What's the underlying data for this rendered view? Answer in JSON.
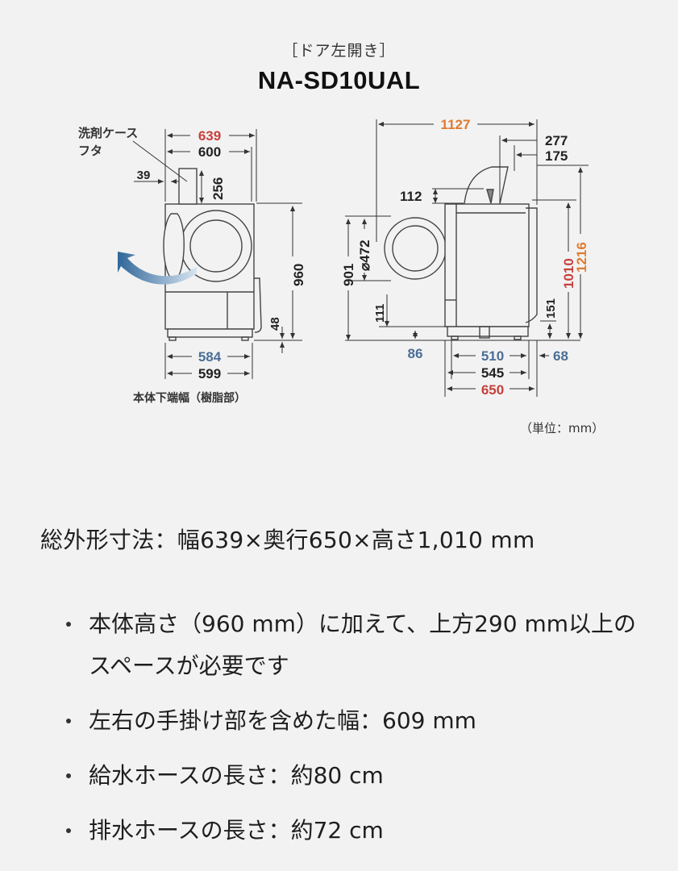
{
  "figure": {
    "subtitle": "［ドア左開き］",
    "model": "NA-SD10UAL",
    "unit_note": "（単位：mm）",
    "front_view": {
      "labels": {
        "detergent_lid_line1": "洗剤ケース",
        "detergent_lid_line2": "フタ",
        "base_width_caption": "本体下端幅（樹脂部）"
      },
      "dimensions": {
        "total_width": "639",
        "body_width": "600",
        "lid_offset": "39",
        "lid_height": "256",
        "body_height": "960",
        "base_height": "48",
        "base_width_resin": "584",
        "base_width": "599"
      }
    },
    "side_view": {
      "dimensions": {
        "door_open_depth": "1127",
        "lid_open_277": "277",
        "lid_open_175": "175",
        "lid_height_112": "112",
        "door_center_height": "901",
        "door_diameter": "⌀472",
        "door_bottom_111": "111",
        "foot_86": "86",
        "feet_depth": "510",
        "body_depth_545": "545",
        "total_depth": "650",
        "rear_68": "68",
        "rear_151": "151",
        "total_height": "1010",
        "lid_open_height": "1216"
      }
    },
    "colors": {
      "red": "#c8403c",
      "orange": "#e07a2e",
      "blue": "#4a6e96",
      "line": "#333333",
      "arrow_blue": "#3e77a8"
    }
  },
  "summary": "総外形寸法：幅639×奥行650×高さ1,010 mm",
  "notes": [
    "本体高さ（960 mm）に加えて、上方290 mm以上のスペースが必要です",
    "左右の手掛け部を含めた幅：609 mm",
    "給水ホースの長さ：約80 cm",
    "排水ホースの長さ：約72 cm"
  ]
}
